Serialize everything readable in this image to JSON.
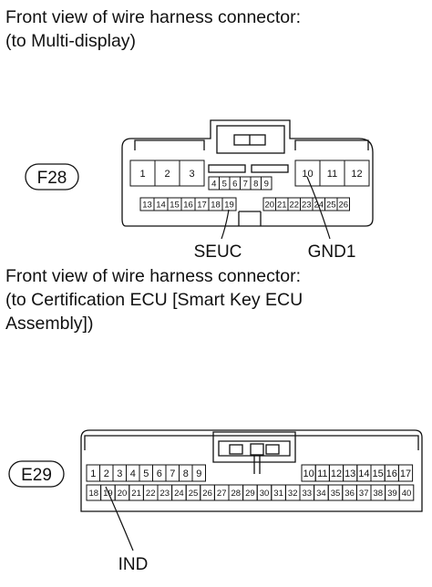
{
  "connector_f28": {
    "caption_line1": "Front view of wire harness connector:",
    "caption_line2": "(to Multi-display)",
    "label": "F28",
    "pins": {
      "left_top": [
        "1",
        "2",
        "3"
      ],
      "center_top": [
        "4",
        "5",
        "6",
        "7",
        "8",
        "9"
      ],
      "right_top": [
        "10",
        "11",
        "12"
      ],
      "left_bottom": [
        "13",
        "14",
        "15",
        "16",
        "17",
        "18",
        "19"
      ],
      "right_bottom": [
        "20",
        "21",
        "22",
        "23",
        "24",
        "25",
        "26"
      ]
    },
    "signals": {
      "seuc": "SEUC",
      "gnd1": "GND1"
    }
  },
  "connector_e29": {
    "caption_line1": "Front view of wire harness connector:",
    "caption_line2": "(to Certification ECU [Smart Key ECU",
    "caption_line3": "Assembly])",
    "label": "E29",
    "pins": {
      "top_left": [
        "1",
        "2",
        "3",
        "4",
        "5",
        "6",
        "7",
        "8",
        "9"
      ],
      "top_right": [
        "10",
        "11",
        "12",
        "13",
        "14",
        "15",
        "16",
        "17"
      ],
      "bottom": [
        "18",
        "19",
        "20",
        "21",
        "22",
        "23",
        "24",
        "25",
        "26",
        "27",
        "28",
        "29",
        "30",
        "31",
        "32",
        "33",
        "34",
        "35",
        "36",
        "37",
        "38",
        "39",
        "40"
      ]
    },
    "signals": {
      "ind": "IND"
    }
  }
}
